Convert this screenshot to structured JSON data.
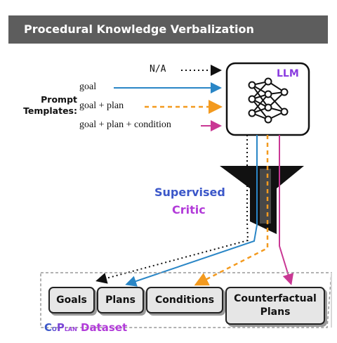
{
  "header": {
    "title": "Procedural Knowledge Verbalization"
  },
  "prompt": {
    "title_line1": "Prompt",
    "title_line2": "Templates:"
  },
  "inputs": {
    "na": "N/A",
    "goal": "goal",
    "goal_plan": "goal + plan",
    "goal_plan_condition": "goal + plan + condition"
  },
  "llm": {
    "label": "LLM"
  },
  "critic": {
    "line1": "Supervised",
    "line2": "Critic"
  },
  "dataset": {
    "name_prefix": "C",
    "name_smallcaps": "o",
    "name_suffix_cap": "P",
    "name_smallcaps2": "lan",
    "name_rest": " Dataset",
    "boxes": {
      "goals": "Goals",
      "plans": "Plans",
      "conditions": "Conditions",
      "counterfactual_line1": "Counterfactual",
      "counterfactual_line2": "Plans"
    }
  },
  "colors": {
    "blue": "#2a86c6",
    "orange": "#f39a1f",
    "magenta": "#c93894",
    "purple": "#8a3be0",
    "banner": "#5d5d5d",
    "critic_blue": "#3b57c9",
    "critic_purple": "#b23bd9"
  },
  "icons": {
    "llm": "neural-network-icon",
    "critic": "funnel-icon"
  }
}
